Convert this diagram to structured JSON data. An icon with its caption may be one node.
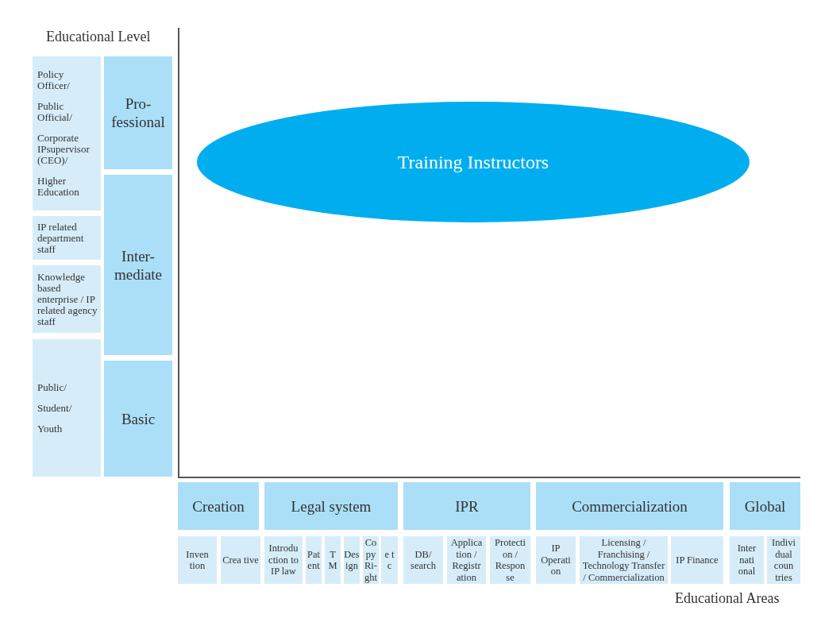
{
  "diagram": {
    "nodes": [
      {
        "text": [
          "Policy Officer/",
          "Public Official/",
          "Corporate IPsupervisor (CEO)/",
          "Higher Education"
        ]
      },
      {
        "text": [
          "Pro- fessional"
        ]
      },
      {
        "text": [
          "Training Instructors"
        ]
      },
      {
        "text": [
          "IP related department staff"
        ]
      },
      {
        "text": [
          "Inter- mediate"
        ]
      },
      {
        "text": [
          "Knowledge based enterprise / IP related agency staff"
        ]
      },
      {
        "text": [
          "Public/",
          "Student/",
          "Youth"
        ]
      },
      {
        "text": [
          "Basic"
        ]
      },
      {
        "text": [
          "Creation"
        ]
      },
      {
        "text": [
          "Legal system"
        ]
      },
      {
        "text": [
          "IPR"
        ]
      },
      {
        "text": [
          "Commercialization"
        ]
      },
      {
        "text": [
          "Global"
        ]
      },
      {
        "text": [
          "Inven tion"
        ]
      },
      {
        "text": [
          "Crea tive"
        ]
      },
      {
        "text": [
          "Introdu ction to IP law"
        ]
      },
      {
        "text": [
          "Pat ent"
        ]
      },
      {
        "text": [
          "T M"
        ]
      },
      {
        "text": [
          "Des ign"
        ]
      },
      {
        "text": [
          "Co py Ri- ght"
        ]
      },
      {
        "text": [
          "e t c"
        ]
      },
      {
        "text": [
          "DB/ search"
        ]
      },
      {
        "text": [
          "Applica tion / Registr ation"
        ]
      },
      {
        "text": [
          "Protecti on / Respon se"
        ]
      },
      {
        "text": [
          "IP Operati on"
        ]
      },
      {
        "text": [
          "Licensing / Franchising / Technology Transfer / Commercialization"
        ]
      },
      {
        "text": [
          "IP Finance"
        ]
      },
      {
        "text": [
          "Inter nati onal"
        ]
      },
      {
        "text": [
          "Indivi dual coun tries"
        ]
      }
    ],
    "labels": [
      "Educational Level",
      "Educational Areas"
    ]
  }
}
